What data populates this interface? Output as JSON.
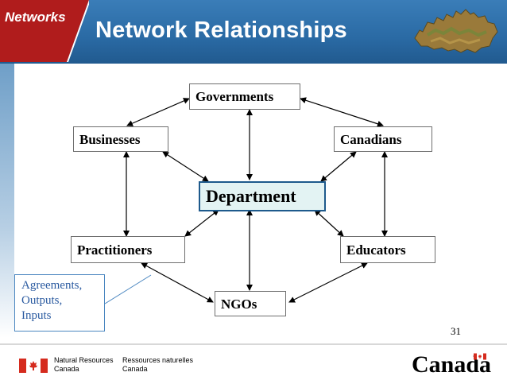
{
  "header": {
    "section_tag": "Networks",
    "title": "Network Relationships"
  },
  "diagram": {
    "center": "Department",
    "nodes": {
      "governments": "Governments",
      "businesses": "Businesses",
      "canadians": "Canadians",
      "practitioners": "Practitioners",
      "educators": "Educators",
      "ngos": "NGOs"
    },
    "note": [
      "Agreements,",
      "Outputs,",
      "Inputs"
    ]
  },
  "page_number": "31",
  "footer": {
    "dept_en_line1": "Natural Resources",
    "dept_en_line2": "Canada",
    "dept_fr_line1": "Ressources naturelles",
    "dept_fr_line2": "Canada",
    "wordmark": "Canada"
  },
  "colors": {
    "header_blue": "#2b6aa0",
    "tag_red": "#b01c1c",
    "dept_fill": "#e3f3f3",
    "note_text": "#2a5aa0"
  }
}
